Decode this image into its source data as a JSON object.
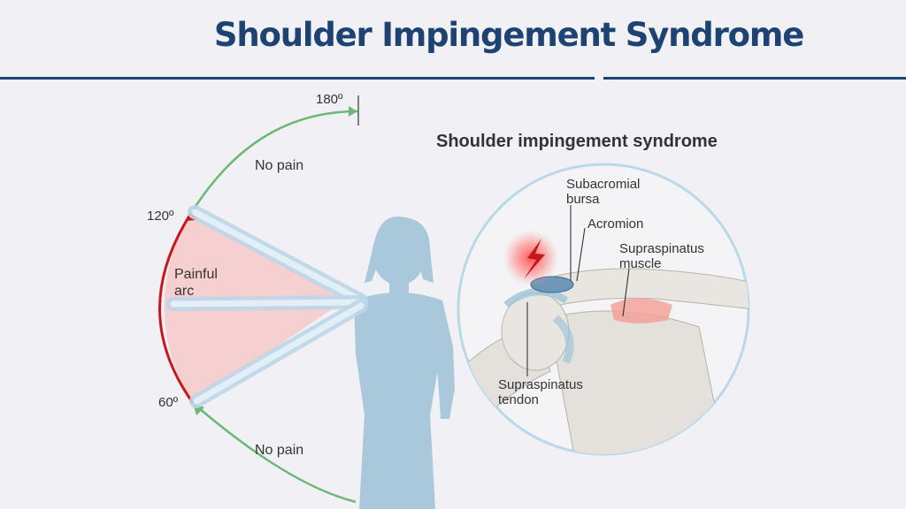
{
  "title": "Shoulder Impingement Syndrome",
  "arc": {
    "angle_180": "180º",
    "angle_120": "120º",
    "angle_60": "60º",
    "no_pain_upper": "No pain",
    "no_pain_lower": "No pain",
    "painful_line1": "Painful",
    "painful_line2": "arc"
  },
  "inset": {
    "title": "Shoulder impingement syndrome",
    "subacromial_line1": "Subacromial",
    "subacromial_line2": "bursa",
    "acromion": "Acromion",
    "supraspinatus_muscle_line1": "Supraspinatus",
    "supraspinatus_muscle_line2": "muscle",
    "supraspinatus_tendon_line1": "Supraspinatus",
    "supraspinatus_tendon_line2": "tendon"
  },
  "colors": {
    "title": "#1d4373",
    "no_pain_arc": "#6cb877",
    "painful_arc": "#c8161d",
    "painful_fill": "#f7c9c9",
    "body": "#aac8dc"
  }
}
